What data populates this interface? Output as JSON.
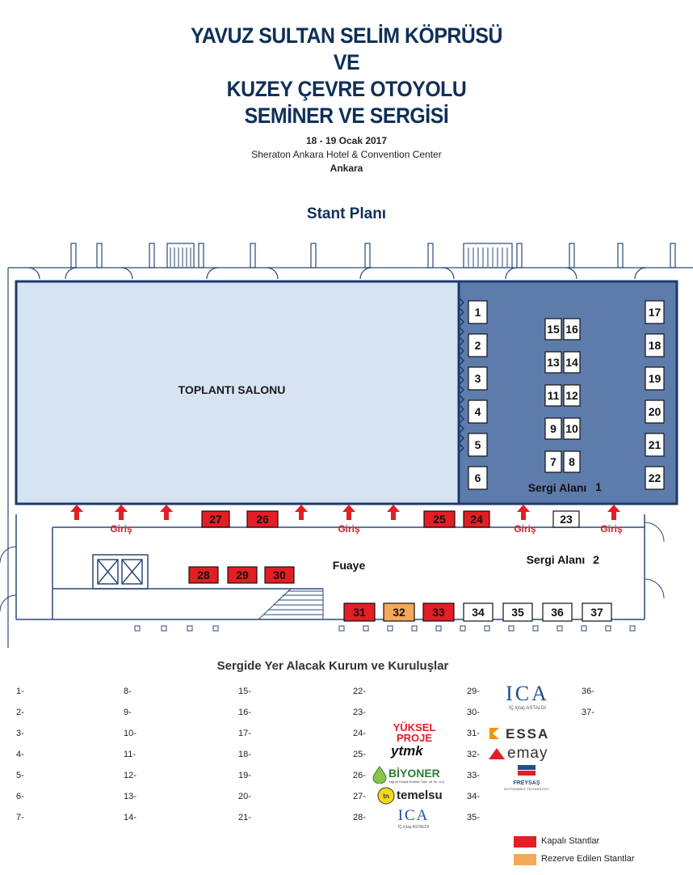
{
  "header": {
    "title_lines": [
      "YAVUZ SULTAN SELİM KÖPRÜSÜ",
      "VE",
      "KUZEY ÇEVRE OTOYOLU",
      "SEMİNER VE SERGİSİ"
    ],
    "date": "18 - 19 Ocak 2017",
    "venue": "Sheraton Ankara Hotel & Convention Center",
    "city": "Ankara"
  },
  "plan": {
    "title": "Stant Planı",
    "meeting_hall": "TOPLANTI SALONU",
    "foyer": "Fuaye",
    "area1": "Sergi Alanı",
    "area1_num": "1",
    "area2": "Sergi Alanı",
    "area2_num": "2",
    "entrance": "Giriş",
    "booths_area1": [
      "1",
      "2",
      "3",
      "4",
      "5",
      "6",
      "7",
      "8",
      "9",
      "10",
      "11",
      "12",
      "13",
      "14",
      "15",
      "16",
      "17",
      "18",
      "19",
      "20",
      "21",
      "22"
    ],
    "booths_area2": [
      "23",
      "24",
      "25",
      "26",
      "27",
      "28",
      "29",
      "30",
      "31",
      "32",
      "33",
      "34",
      "35",
      "36",
      "37"
    ],
    "colors": {
      "closed": "#e31e24",
      "reserved": "#f5a85a",
      "area1_fill": "#5e7cab",
      "hall_fill": "#d6e3f2",
      "wall": "#1e3a6e"
    }
  },
  "list": {
    "title": "Sergide Yer Alacak Kurum ve Kuruluşlar",
    "col1": [
      "1-",
      "2-",
      "3-",
      "4-",
      "5-",
      "6-",
      "7-"
    ],
    "col2": [
      "8-",
      "9-",
      "10-",
      "11-",
      "12-",
      "13-",
      "14-"
    ],
    "col3": [
      "15-",
      "16-",
      "17-",
      "18-",
      "19-",
      "20-",
      "21-"
    ],
    "col4": [
      "22-",
      "23-",
      "24-",
      "25-",
      "26-",
      "27-",
      "28-"
    ],
    "col5": [
      "29-",
      "30-",
      "31-",
      "32-",
      "33-",
      "34-",
      "35-"
    ],
    "col6": [
      "36-",
      "37-"
    ]
  },
  "logos": {
    "yuksel_1": "YÜKSEL",
    "yuksel_2": "PROJE",
    "ytmk": "ytmk",
    "biyoner": "BİYONER",
    "biyoner_sub": "Yağ ve Kimya Ürünleri San. ve Tic. A.Ş.",
    "temelsu": "temelsu",
    "ica": "ICA",
    "ica_sub1": "İÇ içtaş",
    "ica_sub2": "ASTALDI",
    "essa": "ESSA",
    "emay": "emay",
    "freysas": "FREYSAŞ",
    "freysas_sub": "SUSTAINABLE TECHNOLOGY"
  },
  "legend": {
    "closed": "Kapalı Stantlar",
    "reserved": "Rezerve Edilen Stantlar"
  }
}
